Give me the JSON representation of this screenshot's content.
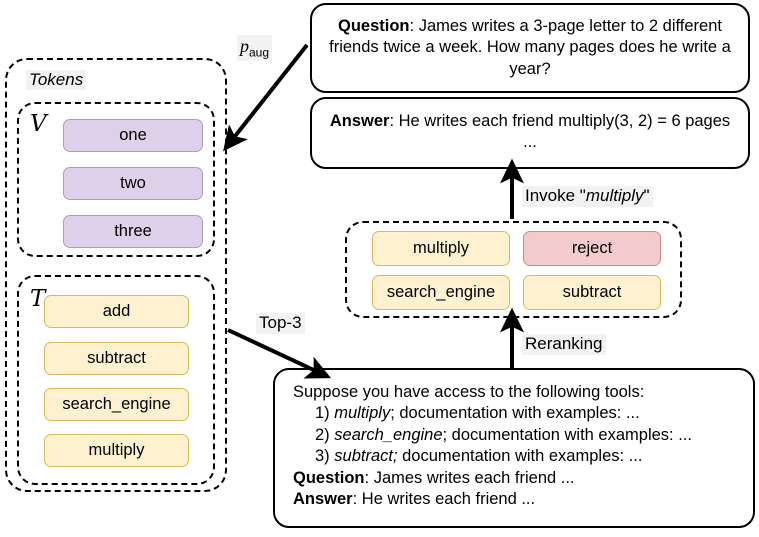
{
  "diagram": {
    "title": "Tool-augmented LM retrieval and reranking pipeline",
    "colors": {
      "token_chip_fill": "#ddd0e8",
      "token_chip_border": "#ae9bc0",
      "tool_chip_fill": "#fdf1cf",
      "tool_chip_border": "#d7b95e",
      "reject_chip_fill": "#f4cbcd",
      "reject_chip_border": "#cc8c8c",
      "stroke": "#000000",
      "background": "#ffffff"
    }
  },
  "tokens_panel": {
    "title": "Tokens",
    "vocab": {
      "symbol": "V",
      "items": [
        {
          "label": "one"
        },
        {
          "label": "two"
        },
        {
          "label": "three"
        }
      ]
    },
    "tools": {
      "symbol": "T",
      "items": [
        {
          "label": "add"
        },
        {
          "label": "subtract"
        },
        {
          "label": "search_engine"
        },
        {
          "label": "multiply"
        }
      ]
    }
  },
  "qa": {
    "question": {
      "label": "Question",
      "separator": ":",
      "text": "James writes a 3-page letter to 2 different friends twice a week. How many pages does he write a year?"
    },
    "answer": {
      "label": "Answer",
      "separator": ":",
      "text": "He writes each friend multiply(3, 2) = 6 pages ..."
    }
  },
  "reranked_panel": {
    "items": [
      {
        "label": "multiply",
        "kind": "tool"
      },
      {
        "label": "reject",
        "kind": "reject"
      },
      {
        "label": "search_engine",
        "kind": "tool"
      },
      {
        "label": "subtract",
        "kind": "tool"
      }
    ]
  },
  "prompt_box": {
    "intro": "Suppose you have access to the following tools:",
    "tools": [
      {
        "index": "1)",
        "name": "multiply",
        "rest": "; documentation with examples: ..."
      },
      {
        "index": "2)",
        "name": "search_engine",
        "rest": "; documentation with examples: ..."
      },
      {
        "index": "3)",
        "name": "subtract;",
        "rest": " documentation with examples: ..."
      }
    ],
    "question": {
      "label": "Question",
      "separator": ": ",
      "text": "James writes each friend ..."
    },
    "answer": {
      "label": "Answer",
      "separator": ": ",
      "text": "He writes each friend ..."
    }
  },
  "edge_labels": {
    "p_aug_base": "p",
    "p_aug_sub": "aug",
    "top_k": "Top-3",
    "reranking": "Reranking",
    "invoke_prefix": "Invoke \"",
    "invoke_tool": "multiply",
    "invoke_suffix": "\""
  }
}
